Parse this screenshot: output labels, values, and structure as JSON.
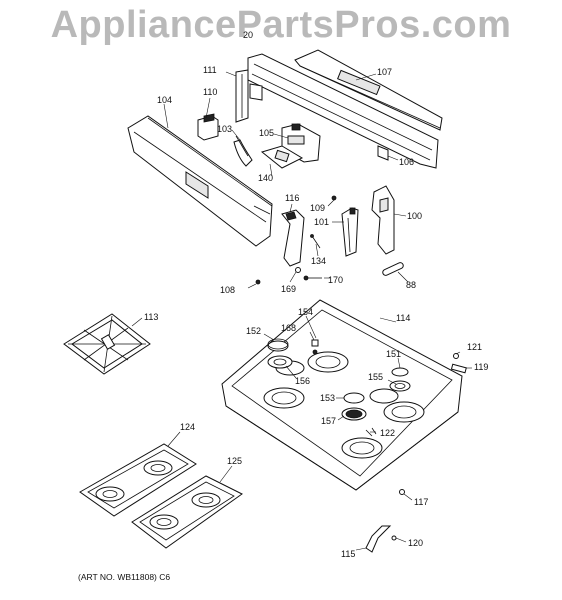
{
  "watermark": "AppliancePartsPros.com",
  "caption": "(ART NO. WB11808) C6",
  "labels": {
    "p20": "20",
    "p111": "111",
    "p107": "107",
    "p110": "110",
    "p104": "104",
    "p103": "103",
    "p105": "105",
    "p106": "106",
    "p140": "140",
    "p116": "116",
    "p109": "109",
    "p101": "101",
    "p100": "100",
    "p134": "134",
    "p170": "170",
    "p108": "108",
    "p169": "169",
    "p88": "88",
    "p113": "113",
    "p154": "154",
    "p114": "114",
    "p152": "152",
    "p168": "168",
    "p121": "121",
    "p151": "151",
    "p119": "119",
    "p155": "155",
    "p156": "156",
    "p153": "153",
    "p157": "157",
    "p122": "122",
    "p124": "124",
    "p125": "125",
    "p117": "117",
    "p120": "120",
    "p115": "115"
  }
}
